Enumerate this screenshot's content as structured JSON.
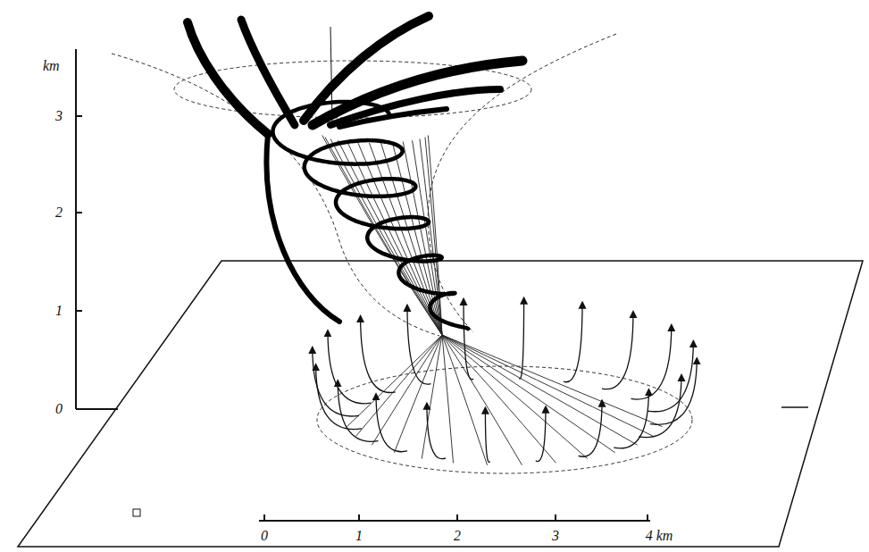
{
  "diagram": {
    "labels": [
      "km",
      "3",
      "2",
      "1",
      "0",
      "0",
      "1",
      "2",
      "3",
      "4 km"
    ]
  }
}
